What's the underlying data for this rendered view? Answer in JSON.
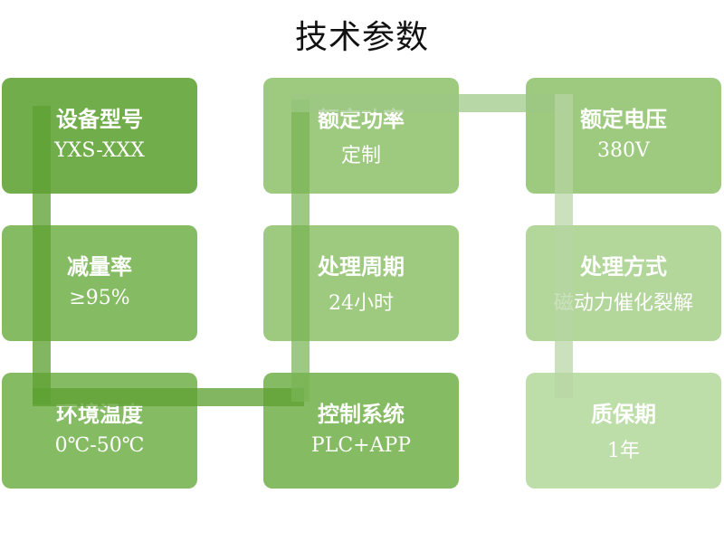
{
  "title": "技术参数",
  "cards": [
    {
      "label": "设备型号",
      "value": "YXS-XXX"
    },
    {
      "label": "额定功率",
      "value": "定制"
    },
    {
      "label": "额定电压",
      "value": "380V"
    },
    {
      "label": "减量率",
      "value": "≥95%"
    },
    {
      "label": "处理周期",
      "value": "24小时"
    },
    {
      "label": "处理方式",
      "value": "磁动力催化裂解"
    },
    {
      "label": "环境温度",
      "value": "0℃-50℃"
    },
    {
      "label": "控制系统",
      "value": "PLC+APP"
    },
    {
      "label": "质保期",
      "value": "1年"
    }
  ],
  "colors": {
    "shade_1": "#72ad4b",
    "shade_2": "#85bb63",
    "shade_3": "#9dca7f",
    "shade_4": "#b3d79b",
    "shade_5": "#bedea9",
    "connector_dark": "#5fa133",
    "connector_mid": "#79b454",
    "connector_light": "#b7d6a3"
  }
}
